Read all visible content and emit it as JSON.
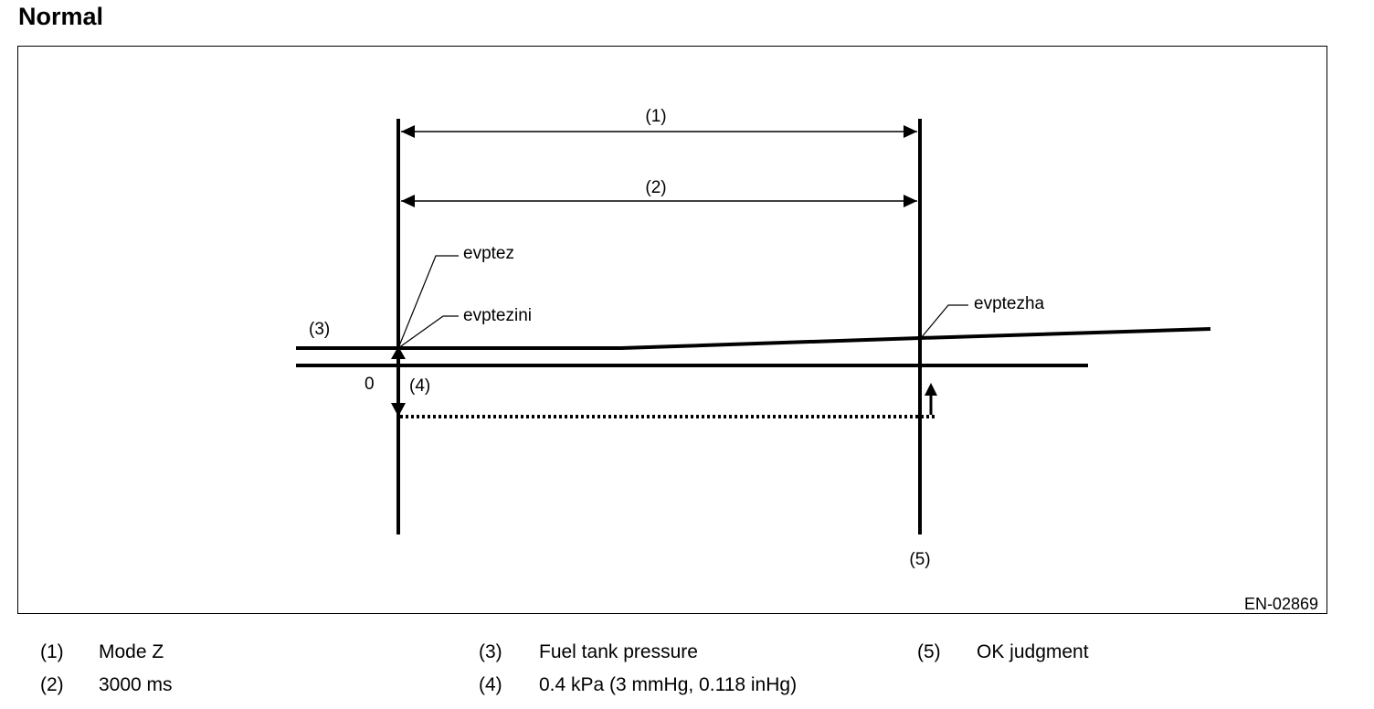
{
  "heading": "Normal",
  "diagram": {
    "callouts": {
      "mode_z": "(1)",
      "duration": "(2)",
      "tank_pressure": "(3)",
      "threshold": "(4)",
      "ok_judgment": "(5)"
    },
    "labels": {
      "evptez": "evptez",
      "evptezini": "evptezini",
      "evptezha": "evptezha",
      "zero": "0"
    },
    "figure_id": "EN-02869"
  },
  "legend": [
    {
      "num": "(1)",
      "text": "Mode Z"
    },
    {
      "num": "(2)",
      "text": "3000 ms"
    },
    {
      "num": "(3)",
      "text": "Fuel tank pressure"
    },
    {
      "num": "(4)",
      "text": "0.4 kPa (3 mmHg, 0.118 inHg)"
    },
    {
      "num": "(5)",
      "text": "OK judgment"
    }
  ]
}
